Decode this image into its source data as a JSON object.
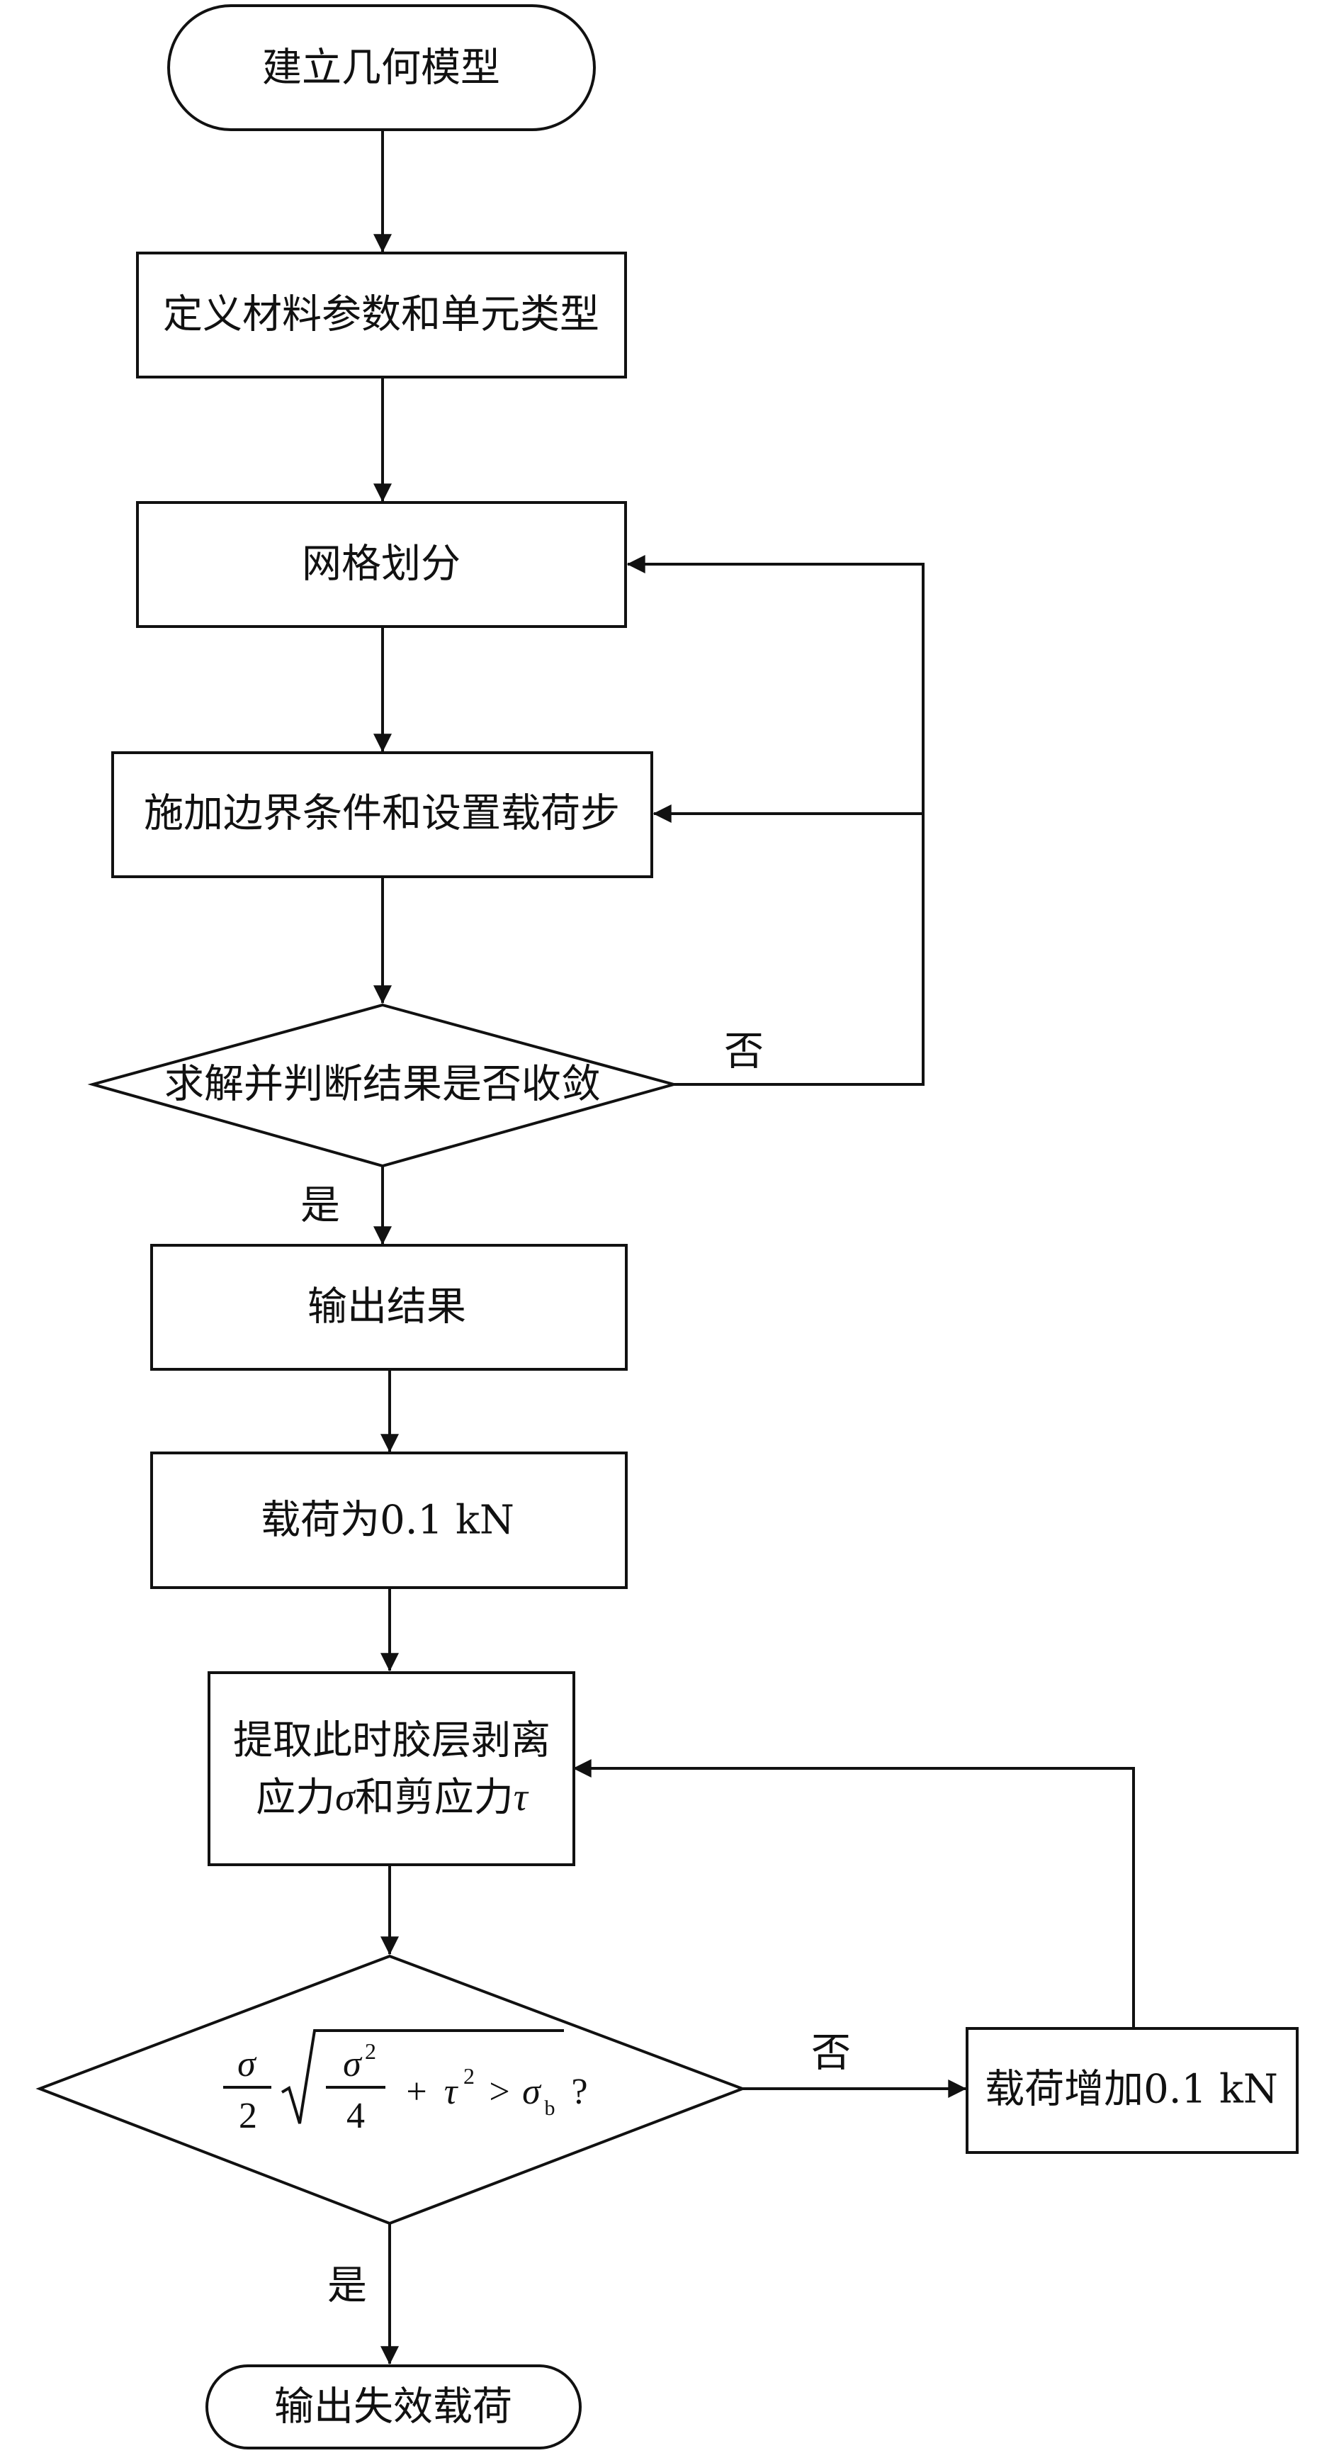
{
  "nodes": {
    "start": "建立几何模型",
    "define": "定义材料参数和单元类型",
    "mesh": "网格划分",
    "boundary": "施加边界条件和设置载荷步",
    "solve": "求解并判断结果是否收敛",
    "output": "输出结果",
    "load": "载荷为0.1 kN",
    "extract_line1": "提取此时胶层剥离",
    "extract_line2_a": "应力",
    "extract_line2_sigma": "σ",
    "extract_line2_b": "和剪应力",
    "extract_line2_tau": "τ",
    "criterion": {
      "sigma": "σ",
      "two": "2",
      "sigma_sq": "σ",
      "exp2": "2",
      "four": "4",
      "plus": "+",
      "tau": "τ",
      "gt": ">",
      "sigma_b": "σ",
      "sub_b": "b",
      "q": "?"
    },
    "increase": "载荷增加0.1 kN",
    "end": "输出失效载荷"
  },
  "labels": {
    "solve_no": "否",
    "solve_yes": "是",
    "criterion_no": "否",
    "criterion_yes": "是"
  },
  "colors": {
    "stroke": "#111111",
    "background": "#ffffff"
  }
}
